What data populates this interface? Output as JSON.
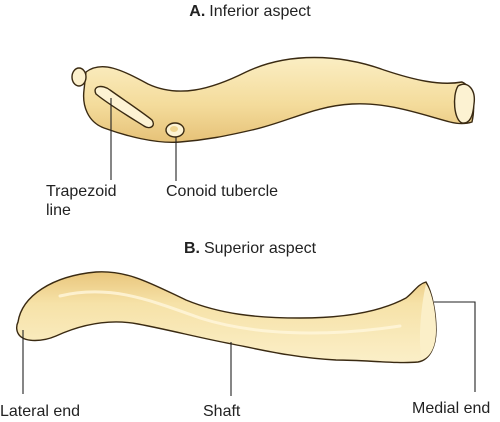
{
  "colors": {
    "bone_fill": "#f7e0a3",
    "bone_shade": "#e8c67a",
    "bone_highlight": "#fff3d0",
    "outline": "#3a2a12",
    "text": "#222222"
  },
  "panel_a": {
    "letter": "A.",
    "title": "Inferior aspect",
    "labels": {
      "trapezoid_line_1": "Trapezoid",
      "trapezoid_line_2": "line",
      "conoid_tubercle": "Conoid tubercle"
    }
  },
  "panel_b": {
    "letter": "B.",
    "title": "Superior aspect",
    "labels": {
      "lateral_end": "Lateral end",
      "shaft": "Shaft",
      "medial_end": "Medial end"
    }
  }
}
